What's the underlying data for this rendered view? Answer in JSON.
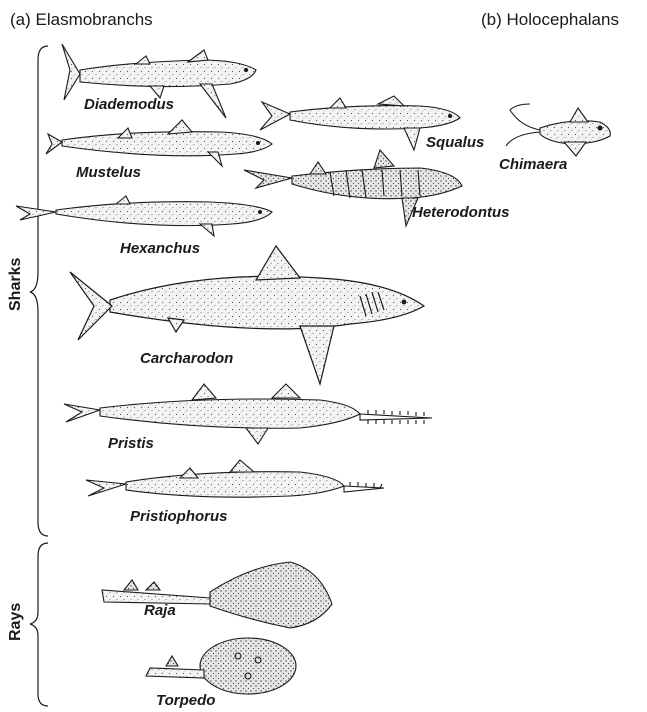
{
  "headings": {
    "elasmobranchs": "(a) Elasmobranchs",
    "holocephalans": "(b) Holocephalans"
  },
  "groups": {
    "sharks": "Sharks",
    "rays": "Rays"
  },
  "taxa": {
    "diademodus": "Diademodus",
    "mustelus": "Mustelus",
    "hexanchus": "Hexanchus",
    "carcharodon": "Carcharodon",
    "pristis": "Pristis",
    "pristiophorus": "Pristiophorus",
    "raja": "Raja",
    "torpedo": "Torpedo",
    "squalus": "Squalus",
    "heterodontus": "Heterodontus",
    "chimaera": "Chimaera"
  },
  "colors": {
    "ink": "#1a1a1a",
    "body_fill": "#f2f2f2",
    "stipple": "#555555"
  }
}
